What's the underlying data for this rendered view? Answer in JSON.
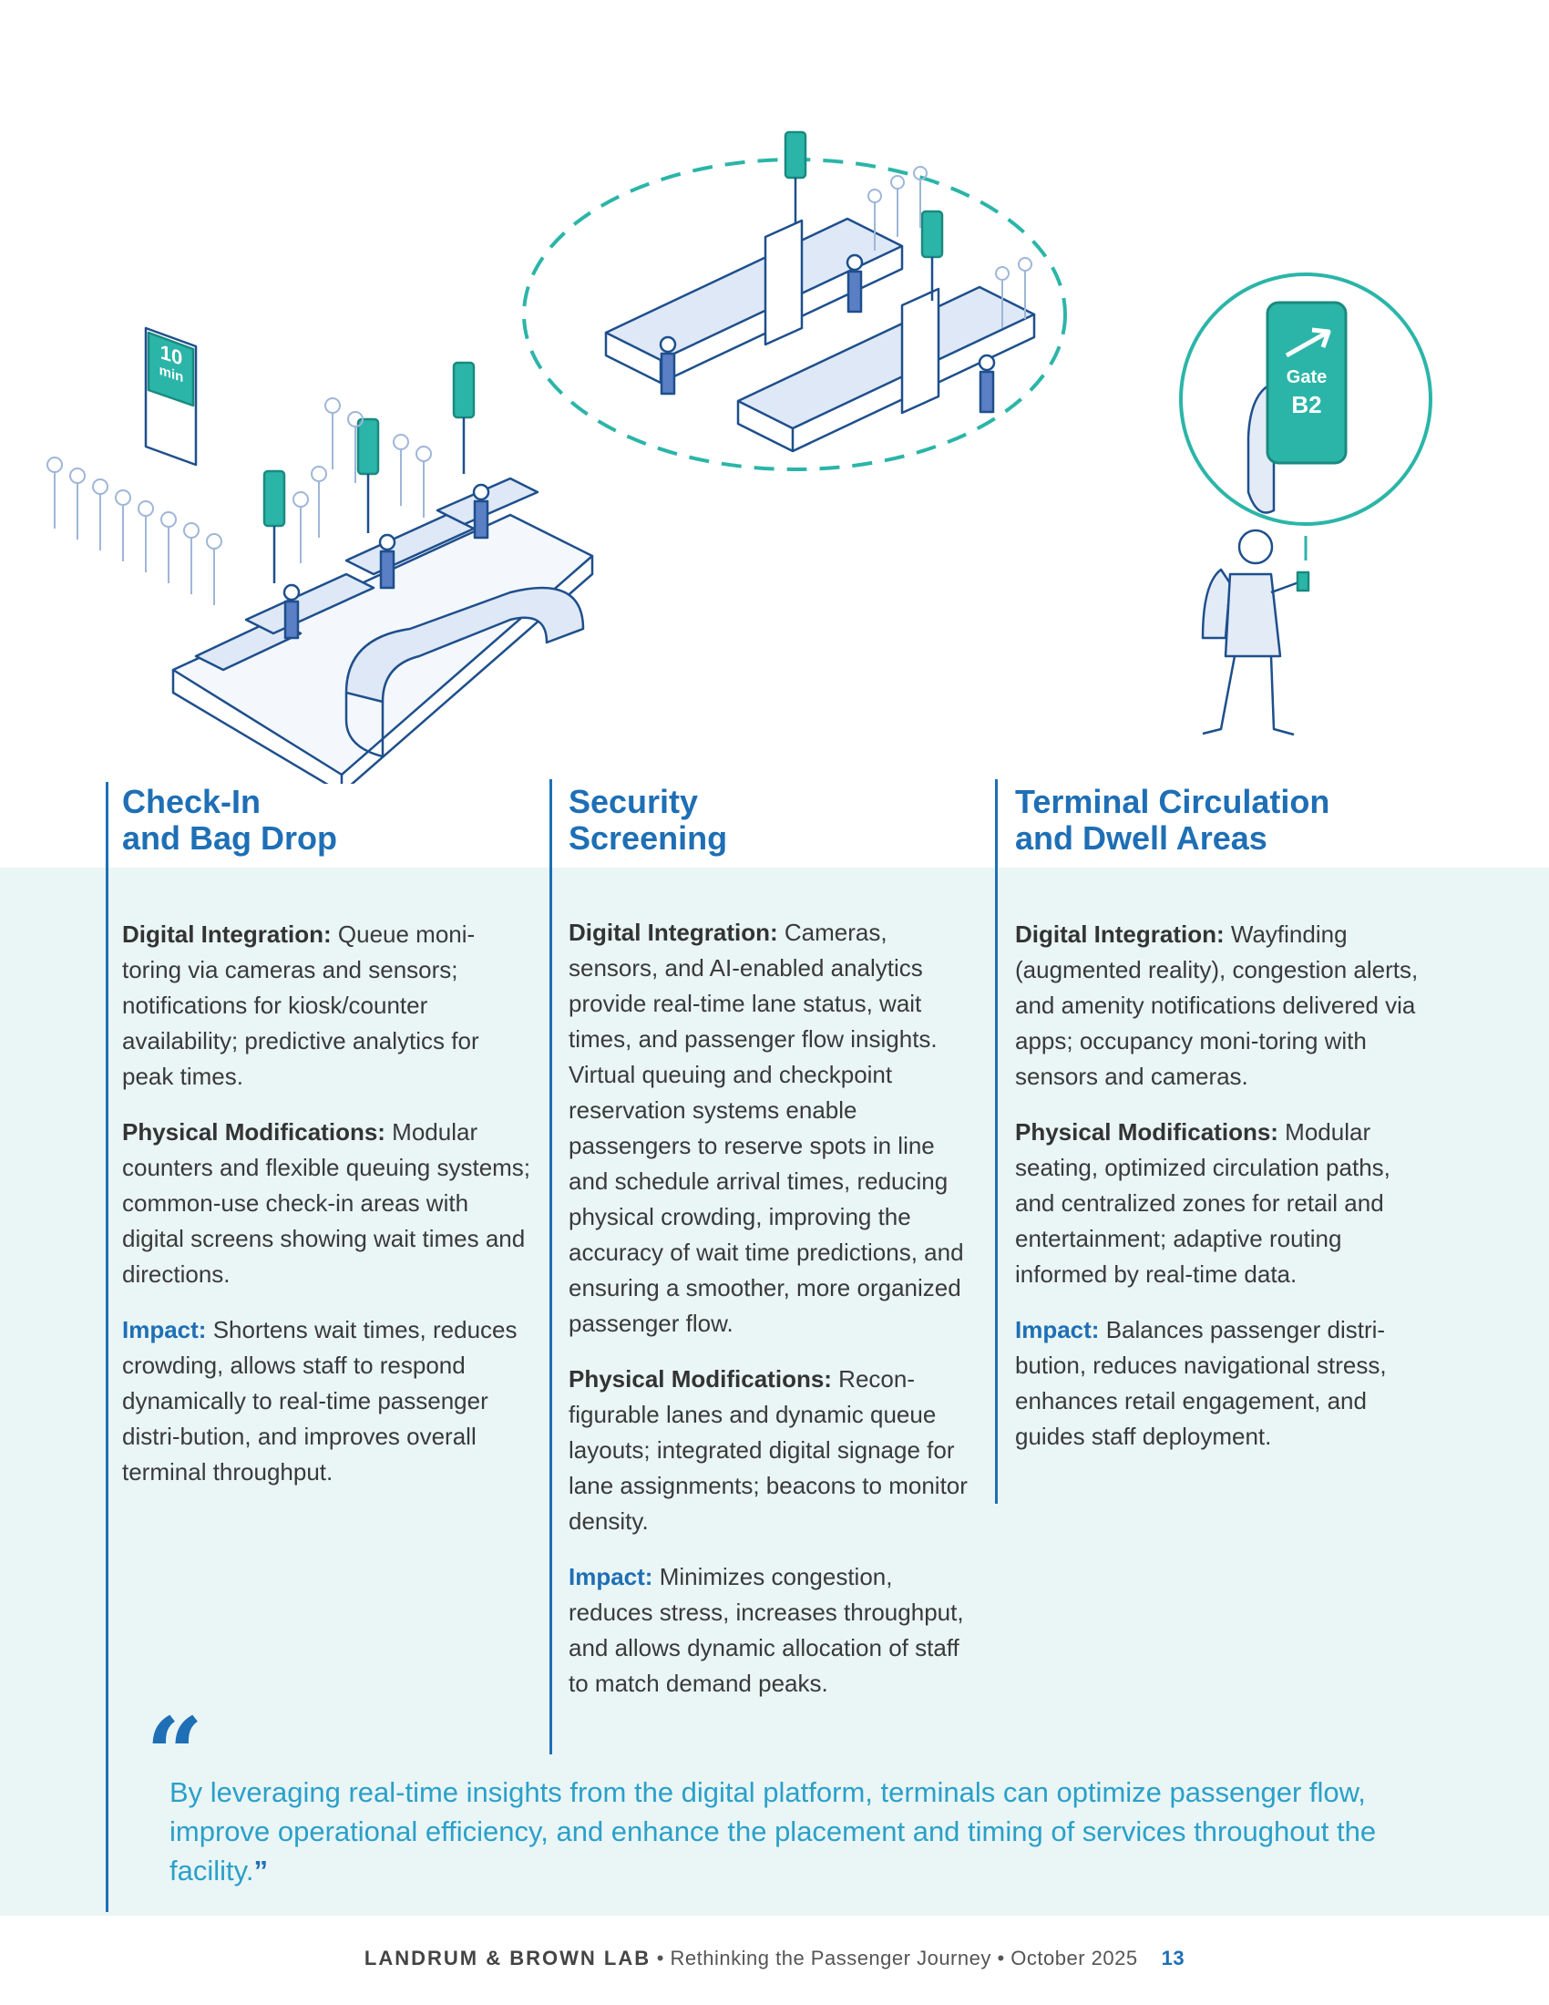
{
  "illustration": {
    "wait_sign_number": "10",
    "wait_sign_unit": "min",
    "phone_gate_word": "Gate",
    "phone_gate_code": "B2"
  },
  "columns": [
    {
      "title_line1": "Check-In",
      "title_line2": "and Bag Drop",
      "sections": [
        {
          "label": "Digital Integration:",
          "text": " Queue moni-toring via cameras and sensors; notifications for kiosk/counter availability; predictive analytics for peak times."
        },
        {
          "label": "Physical Modifications:",
          "text": " Modular counters and flexible queuing systems; common-use check-in areas with digital screens showing wait times and directions."
        },
        {
          "label": "Impact:",
          "text": " Shortens wait times, reduces crowding, allows staff to respond dynamically to real-time passenger distri-bution, and improves overall terminal throughput."
        }
      ]
    },
    {
      "title_line1": "Security",
      "title_line2": "Screening",
      "sections": [
        {
          "label": "Digital Integration:",
          "text": " Cameras, sensors, and AI-enabled analytics provide real-time lane status, wait times, and passenger flow insights. Virtual queuing and checkpoint reservation systems enable passengers to reserve spots in line and schedule arrival times, reducing physical crowding, improving the accuracy of wait time predictions, and ensuring a smoother, more organized passenger flow."
        },
        {
          "label": "Physical Modifications:",
          "text": " Recon-figurable lanes and dynamic queue layouts; integrated digital signage for lane assignments; beacons to monitor density."
        },
        {
          "label": "Impact:",
          "text": " Minimizes congestion, reduces stress, increases throughput, and allows dynamic allocation of staff to match demand peaks."
        }
      ]
    },
    {
      "title_line1": "Terminal Circulation",
      "title_line2": "and Dwell Areas",
      "sections": [
        {
          "label": "Digital Integration:",
          "text": " Wayfinding (augmented reality), congestion alerts, and amenity notifications delivered via apps; occupancy moni-toring with sensors and cameras."
        },
        {
          "label": "Physical Modifications:",
          "text": " Modular seating, optimized circulation paths, and centralized zones for retail and entertainment; adaptive routing informed by real-time data."
        },
        {
          "label": "Impact:",
          "text": " Balances passenger distri-bution, reduces navigational stress, enhances retail engagement, and guides staff deployment."
        }
      ]
    }
  ],
  "quote": {
    "open_mark": "“",
    "text": "By leveraging real-time insights from the digital platform, terminals can optimize passenger flow, improve operational efficiency, and enhance the placement and timing of services throughout the facility.",
    "close_mark": "”"
  },
  "footer": {
    "brand": "LANDRUM & BROWN LAB",
    "sep": " • ",
    "title": "Rethinking the Passenger Journey",
    "date": "October 2025",
    "page": "13"
  },
  "colors": {
    "primary_blue": "#1e6fb5",
    "teal": "#2bb5a8",
    "band": "#eaf5f5",
    "quote_blue": "#2aa0c9"
  }
}
